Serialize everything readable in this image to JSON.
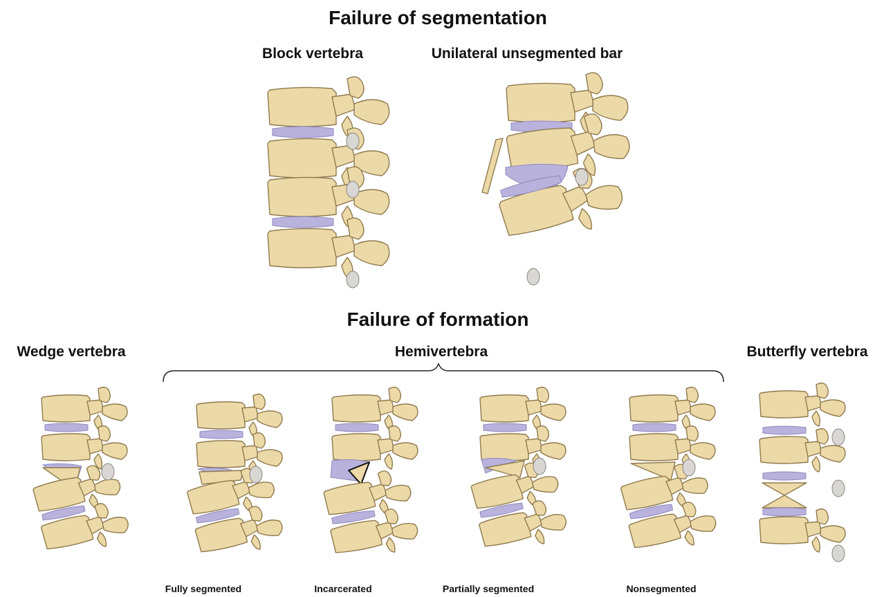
{
  "headings": {
    "segmentation": "Failure of segmentation",
    "formation": "Failure of formation"
  },
  "labels": {
    "block": "Block vertebra",
    "unilateral": "Unilateral unsegmented bar",
    "wedge": "Wedge vertebra",
    "hemi": "Hemivertebra",
    "butterfly": "Butterfly vertebra"
  },
  "captions": {
    "fully": "Fully segmented",
    "incarcerated": "Incarcerated",
    "partially": "Partially segmented",
    "nonsegmented": "Nonsegmented"
  },
  "colors": {
    "bone": "#ecd9a8",
    "bone_outline": "#8f7a4e",
    "disc": "#b8b2dc",
    "facet": "#d9d7d3",
    "text": "#111111"
  }
}
